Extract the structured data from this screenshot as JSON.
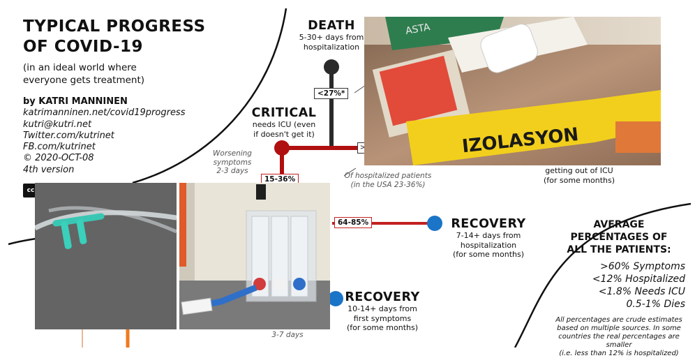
{
  "header": {
    "title_line1": "TYPICAL PROGRESS",
    "title_line2": "OF COVID-19",
    "subtitle_line1": "(in an ideal world where",
    "subtitle_line2": "everyone gets treatment)"
  },
  "credits": {
    "author": "by KATRI MANNINEN",
    "website": "katrimanninen.net/covid19progress",
    "email": "kutri@kutri.net",
    "twitter": "Twitter.com/kutrinet",
    "facebook": "FB.com/kutrinet",
    "copyright": "© 2020-OCT-08",
    "version": "4th version",
    "license_badge": "cc"
  },
  "death": {
    "label": "DEATH",
    "line1": "5-30+ days from",
    "line2": "hospitalization",
    "percent": "<27%*"
  },
  "critical": {
    "label": "CRITICAL",
    "line1": "needs ICU (even",
    "line2": "if doesn't get it)",
    "percent": "15-36%",
    "arrow": ">"
  },
  "worsening": {
    "line1": "Worsening",
    "line2": "symptoms",
    "line3": "2-3 days"
  },
  "hospitalized_note": {
    "line1": "Of hospitalized patients",
    "line2": "(in the USA 23-36%)"
  },
  "icu_exit": {
    "line1": "getting out of ICU",
    "line2": "(for some months)"
  },
  "recovery_hospital": {
    "percent": "64-85%",
    "label": "RECOVERY",
    "line1": "7-14+ days from",
    "line2": "hospitalization",
    "line3": "(for some months)"
  },
  "recovery_symptoms": {
    "label": "RECOVERY",
    "line1": "10-14+ days from",
    "line2": "first symptoms",
    "line3": "(for some months)"
  },
  "bottom_days": "3-7 days",
  "summary": {
    "head1": "AVERAGE",
    "head2": "PERCENTAGES OF",
    "head3": "ALL THE PATIENTS:",
    "stat1": ">60% Symptoms",
    "stat2": "<12% Hospitalized",
    "stat3": "<1.8% Needs ICU",
    "stat4": "0.5-1% Dies",
    "note1": "All percentages are crude estimates",
    "note2": "based on multiple sources. In some",
    "note3": "countries the real percentages are smaller",
    "note4": "(i.e. less than 12% is hospitalized)"
  },
  "wristband": {
    "yellow_text": "IZOLASYON",
    "green_text": "ASTA"
  },
  "colors": {
    "death": "#2a2a2a",
    "critical": "#b01010",
    "recovery": "#1a74c7",
    "mild": "#f07a20",
    "percent_border": "#c22020"
  }
}
